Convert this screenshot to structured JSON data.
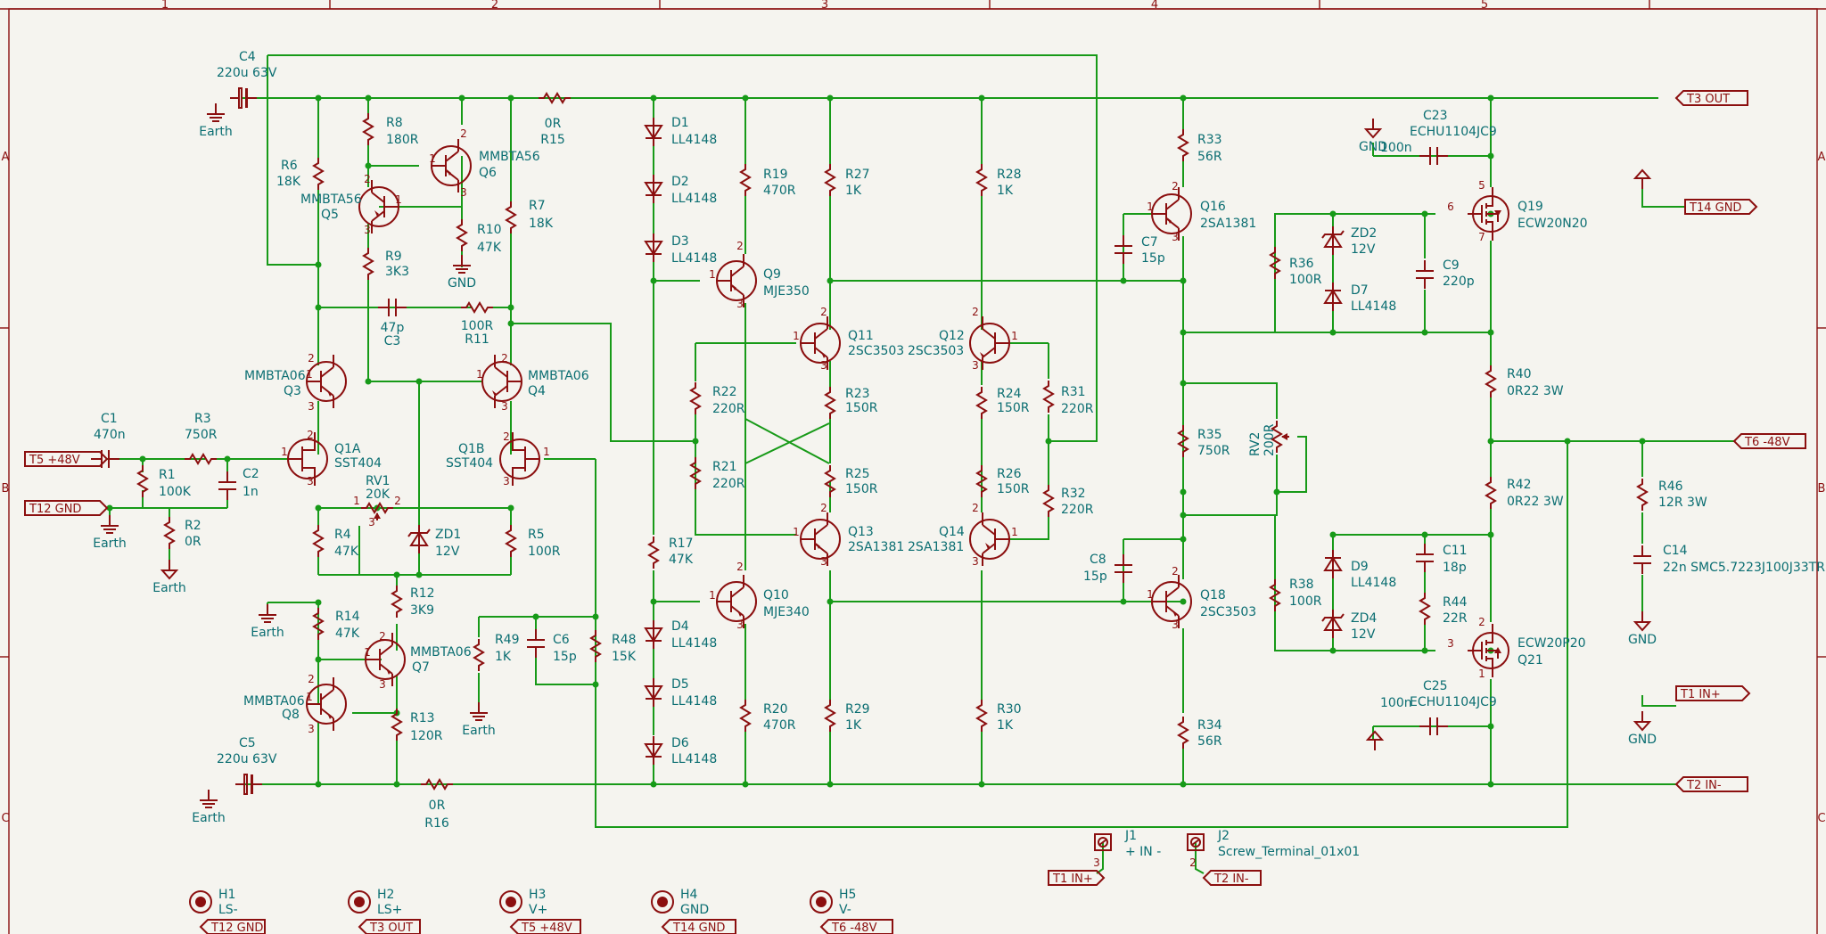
{
  "frame": {
    "columns": [
      "1",
      "2",
      "3",
      "4",
      "5"
    ],
    "rows": [
      "A",
      "B",
      "C"
    ]
  },
  "components": [
    {
      "ref": "C4",
      "value": "220u 63V"
    },
    {
      "ref": "R8",
      "value": "180R"
    },
    {
      "ref": "Q6",
      "value": "MMBTA56"
    },
    {
      "ref": "Q5",
      "value": "MMBTA56"
    },
    {
      "ref": "R6",
      "value": "18K"
    },
    {
      "ref": "R9",
      "value": "3K3"
    },
    {
      "ref": "R10",
      "value": "47K"
    },
    {
      "ref": "R7",
      "value": "18K"
    },
    {
      "ref": "R15",
      "value": "0R"
    },
    {
      "ref": "C3",
      "value": "47p"
    },
    {
      "ref": "R11",
      "value": "100R"
    },
    {
      "ref": "Q3",
      "value": "MMBTA06"
    },
    {
      "ref": "Q4",
      "value": "MMBTA06"
    },
    {
      "ref": "C1",
      "value": "470n"
    },
    {
      "ref": "R3",
      "value": "750R"
    },
    {
      "ref": "R1",
      "value": "100K"
    },
    {
      "ref": "C2",
      "value": "1n"
    },
    {
      "ref": "R2",
      "value": "0R"
    },
    {
      "ref": "Q1A",
      "value": "SST404"
    },
    {
      "ref": "Q1B",
      "value": "SST404"
    },
    {
      "ref": "RV1",
      "value": "20K"
    },
    {
      "ref": "R4",
      "value": "47K"
    },
    {
      "ref": "ZD1",
      "value": "12V"
    },
    {
      "ref": "R5",
      "value": "100R"
    },
    {
      "ref": "R12",
      "value": "3K9"
    },
    {
      "ref": "R14",
      "value": "47K"
    },
    {
      "ref": "Q7",
      "value": "MMBTA06"
    },
    {
      "ref": "Q8",
      "value": "MMBTA06"
    },
    {
      "ref": "R13",
      "value": "120R"
    },
    {
      "ref": "C5",
      "value": "220u 63V"
    },
    {
      "ref": "R16",
      "value": "0R"
    },
    {
      "ref": "R49",
      "value": "1K"
    },
    {
      "ref": "C6",
      "value": "15p"
    },
    {
      "ref": "R48",
      "value": "15K"
    },
    {
      "ref": "D1",
      "value": "LL4148"
    },
    {
      "ref": "D2",
      "value": "LL4148"
    },
    {
      "ref": "D3",
      "value": "LL4148"
    },
    {
      "ref": "D4",
      "value": "LL4148"
    },
    {
      "ref": "D5",
      "value": "LL4148"
    },
    {
      "ref": "D6",
      "value": "LL4148"
    },
    {
      "ref": "R17",
      "value": "47K"
    },
    {
      "ref": "R19",
      "value": "470R"
    },
    {
      "ref": "R20",
      "value": "470R"
    },
    {
      "ref": "Q9",
      "value": "MJE350"
    },
    {
      "ref": "Q10",
      "value": "MJE340"
    },
    {
      "ref": "R22",
      "value": "220R"
    },
    {
      "ref": "R21",
      "value": "220R"
    },
    {
      "ref": "R27",
      "value": "1K"
    },
    {
      "ref": "R28",
      "value": "1K"
    },
    {
      "ref": "R29",
      "value": "1K"
    },
    {
      "ref": "R30",
      "value": "1K"
    },
    {
      "ref": "Q11",
      "value": "2SC3503"
    },
    {
      "ref": "Q12",
      "value": "2SC3503"
    },
    {
      "ref": "Q13",
      "value": "2SA1381"
    },
    {
      "ref": "Q14",
      "value": "2SA1381"
    },
    {
      "ref": "R23",
      "value": "150R"
    },
    {
      "ref": "R24",
      "value": "150R"
    },
    {
      "ref": "R25",
      "value": "150R"
    },
    {
      "ref": "R26",
      "value": "150R"
    },
    {
      "ref": "R31",
      "value": "220R"
    },
    {
      "ref": "R32",
      "value": "220R"
    },
    {
      "ref": "R33",
      "value": "56R"
    },
    {
      "ref": "Q16",
      "value": "2SA1381"
    },
    {
      "ref": "C7",
      "value": "15p"
    },
    {
      "ref": "R35",
      "value": "750R"
    },
    {
      "ref": "RV2",
      "value": "200R"
    },
    {
      "ref": "C8",
      "value": "15p"
    },
    {
      "ref": "Q18",
      "value": "2SC3503"
    },
    {
      "ref": "R34",
      "value": "56R"
    },
    {
      "ref": "R36",
      "value": "100R"
    },
    {
      "ref": "ZD2",
      "value": "12V"
    },
    {
      "ref": "D7",
      "value": "LL4148"
    },
    {
      "ref": "C9",
      "value": "220p"
    },
    {
      "ref": "R38",
      "value": "100R"
    },
    {
      "ref": "D9",
      "value": "LL4148"
    },
    {
      "ref": "ZD4",
      "value": "12V"
    },
    {
      "ref": "C11",
      "value": "18p"
    },
    {
      "ref": "R44",
      "value": "22R"
    },
    {
      "ref": "C23",
      "value": "ECHU1104JC9"
    },
    {
      "ref": "C25",
      "value": "ECHU1104JC9"
    },
    {
      "ref": "Q19",
      "value": "ECW20N20"
    },
    {
      "ref": "Q21",
      "value": "ECW20P20"
    },
    {
      "ref": "R40",
      "value": "0R22 3W"
    },
    {
      "ref": "R42",
      "value": "0R22 3W"
    },
    {
      "ref": "R46",
      "value": "12R 3W"
    },
    {
      "ref": "C14",
      "value": "22n SMC5.7223J100J33TR"
    },
    {
      "ref": "J1",
      "value": "+ IN -"
    },
    {
      "ref": "J2",
      "value": "Screw_Terminal_01x01"
    },
    {
      "ref": "H1",
      "value": "LS-"
    },
    {
      "ref": "H2",
      "value": "LS+"
    },
    {
      "ref": "H3",
      "value": "V+"
    },
    {
      "ref": "H4",
      "value": "GND"
    },
    {
      "ref": "H5",
      "value": "V-"
    }
  ],
  "flags": [
    "T5 +48V",
    "T12 GND",
    "T3 OUT",
    "T14 GND",
    "T6 -48V",
    "T1 IN+",
    "T2 IN-",
    "T1 IN+",
    "T2 IN-",
    "T12 GND",
    "T3 OUT",
    "T5 +48V",
    "T14 GND",
    "T6 -48V"
  ],
  "powers": [
    "Earth",
    "GND",
    "Earth",
    "Earth",
    "Earth",
    "Earth",
    "Earth",
    "GND",
    "GND",
    "GND",
    "GND",
    "GND",
    "GND",
    "100n",
    "100n"
  ],
  "pins": [
    "1",
    "2",
    "3",
    "1",
    "2",
    "3",
    "1",
    "2",
    "3",
    "1",
    "2",
    "3",
    "1",
    "2",
    "3",
    "1",
    "2",
    "3",
    "1",
    "2",
    "3",
    "1",
    "2",
    "3",
    "1",
    "2",
    "3",
    "1",
    "2",
    "3",
    "1",
    "2",
    "3",
    "1",
    "2",
    "3",
    "1",
    "2",
    "3",
    "1",
    "2",
    "3",
    "1",
    "2",
    "3",
    "1",
    "2",
    "3",
    "1",
    "2",
    "3",
    "6",
    "5",
    "7",
    "3",
    "2",
    "1",
    "3",
    "2",
    "1",
    "1",
    "1"
  ],
  "colors": {
    "wire": "#179a18",
    "component": "#8b0f0f",
    "label": "#0b6e72",
    "paper": "#f5f4ef"
  }
}
